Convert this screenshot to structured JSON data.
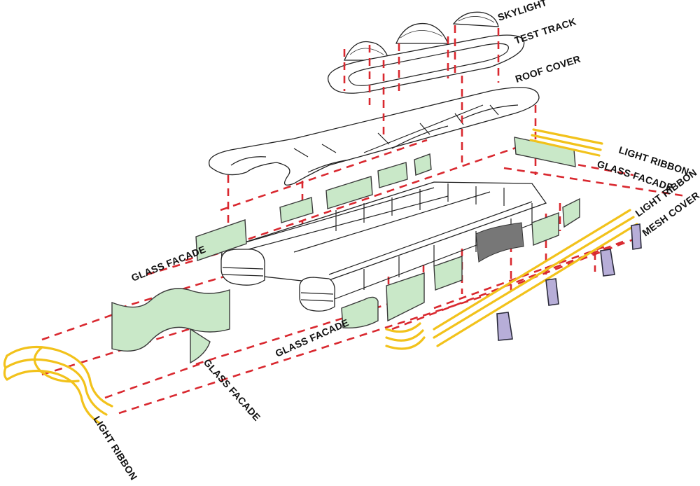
{
  "labels": {
    "skylight": "SKYLIGHT",
    "test_track": "TEST TRACK",
    "roof_cover": "ROOF COVER",
    "light_ribbon_top": "LIGHT RIBBON",
    "glass_facade_right": "GLASS FACADE",
    "light_ribbon_right": "LIGHT RIBBON",
    "mesh_cover": "MESH COVER",
    "glass_facade_left": "GLASS FACADE",
    "glass_facade_center": "GLASS FACADE",
    "glass_facade_bottom": "GLASS FACADE",
    "light_ribbon_bottom": "LIGHT RIBBON"
  },
  "colors": {
    "cut_lines": "#d9282f",
    "glass": "#c9e8c8",
    "light_ribbon": "#f2c21b",
    "mesh_cover": "#b7aed8",
    "ink": "#222222"
  }
}
